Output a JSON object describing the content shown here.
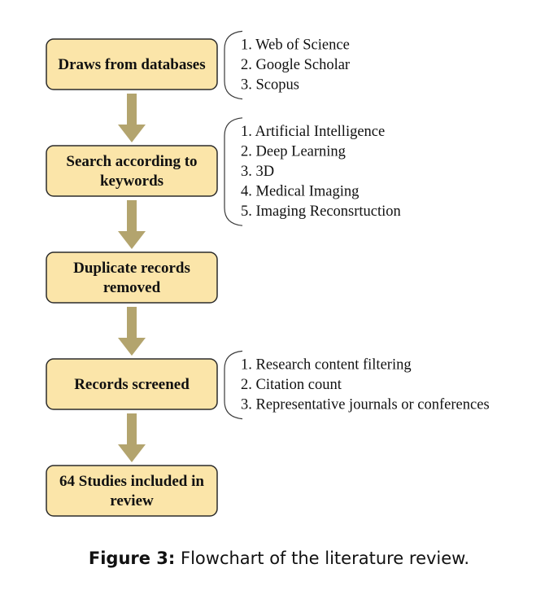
{
  "colors": {
    "box_fill": "#fbe5a9",
    "box_stroke": "#2b2b2b",
    "arrow": "#b3a46e",
    "bracket": "#3a3a3a"
  },
  "flow": {
    "steps": [
      {
        "lines": [
          "Draws from databases"
        ]
      },
      {
        "lines": [
          "Search according to",
          "keywords"
        ]
      },
      {
        "lines": [
          "Duplicate records",
          "removed"
        ]
      },
      {
        "lines": [
          "Records screened"
        ]
      },
      {
        "lines": [
          "64 Studies included in",
          "review"
        ]
      }
    ],
    "lists": [
      {
        "step": 0,
        "items": [
          "1. Web of Science",
          "2. Google Scholar",
          "3. Scopus"
        ]
      },
      {
        "step": 1,
        "items": [
          "1. Artificial Intelligence",
          "2. Deep Learning",
          "3. 3D",
          "4. Medical Imaging",
          "5. Imaging Reconsrtuction"
        ]
      },
      {
        "step": 3,
        "items": [
          "1. Research content filtering",
          "2. Citation count",
          "3. Representative journals or conferences"
        ]
      }
    ]
  },
  "caption": {
    "label": "Figure 3:",
    "text": " Flowchart of the literature review."
  }
}
